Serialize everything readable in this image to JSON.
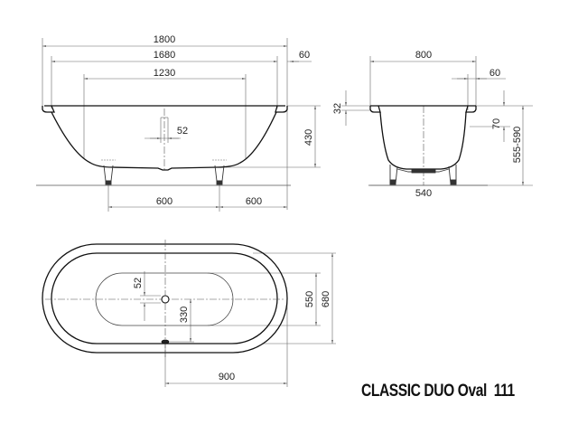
{
  "title": {
    "model": "CLASSIC DUO Oval",
    "number": "111",
    "full": "CLASSIC DUO Oval  111"
  },
  "front_view": {
    "dimensions": {
      "overall_length": "1800",
      "inner_length": "1680",
      "bottom_length": "1230",
      "rim_width": "60",
      "drain_diameter": "52",
      "depth": "430",
      "foot_spacing": "600",
      "foot_to_end": "600"
    }
  },
  "side_view": {
    "dimensions": {
      "overall_width": "800",
      "rim_width": "60",
      "rim_thickness": "32",
      "rim_to_overflow": "70",
      "total_height": "555-590",
      "foot_width": "540"
    }
  },
  "top_view": {
    "dimensions": {
      "drain_diameter": "52",
      "drain_to_overflow": "330",
      "basin_width": "550",
      "inner_width": "680",
      "half_length": "900"
    }
  },
  "colors": {
    "outline": "#111111",
    "dimension_line": "#666666",
    "background": "#ffffff"
  }
}
